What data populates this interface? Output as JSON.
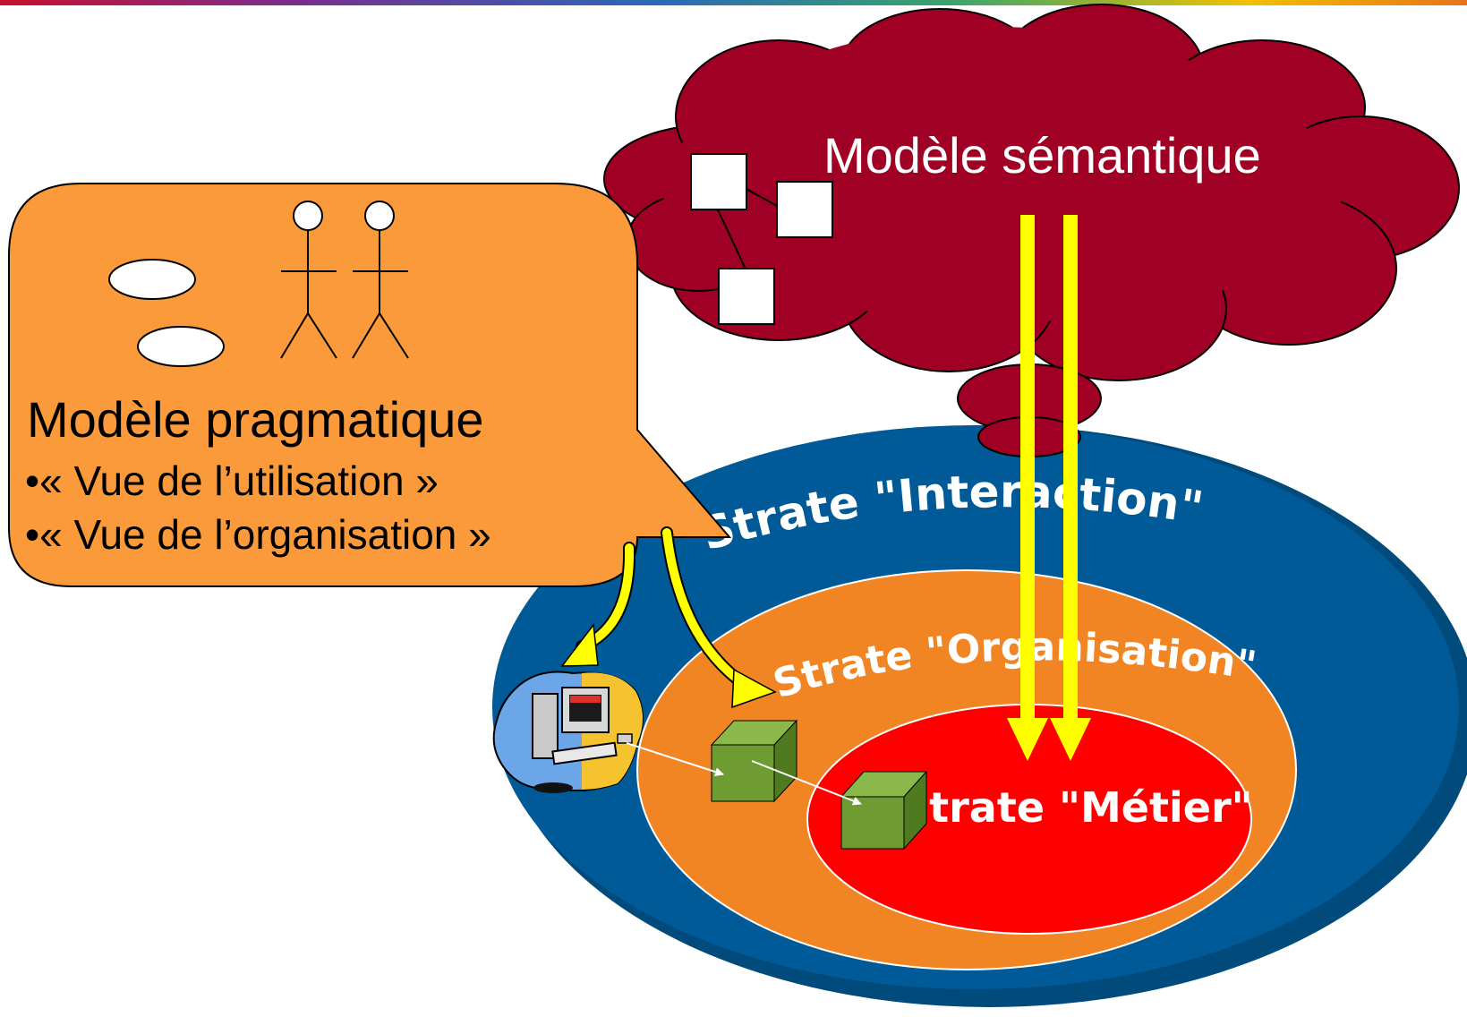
{
  "colors": {
    "top_bar_gradient": [
      "#c8102e",
      "#7b2d8e",
      "#2a6ab8",
      "#3aa56b",
      "#f2c100",
      "#e8731a"
    ],
    "cloud": "#a10025",
    "interaction_layer": "#005a97",
    "organisation_layer": "#f28523",
    "metier_layer": "#ff0000",
    "callout": "#fb9a3b",
    "arrow_yellow": "#ffff00",
    "cube": "#6e9b32"
  },
  "semantic_model": {
    "title": "Modèle sémantique"
  },
  "pragmatic_model": {
    "title": "Modèle pragmatique",
    "items": [
      "•« Vue de l’utilisation »",
      "•« Vue de l’organisation »"
    ]
  },
  "layers": {
    "interaction": "Strate \"Interaction\"",
    "organisation": "Strate \"Organisation\"",
    "metier": "Strate \"Métier\""
  },
  "icons": {
    "computer_workstation": "computer-workstation-icon",
    "actor": "stick-figure-icon",
    "use_case": "ellipse-icon",
    "class_box": "square-icon",
    "component": "cube-icon"
  }
}
